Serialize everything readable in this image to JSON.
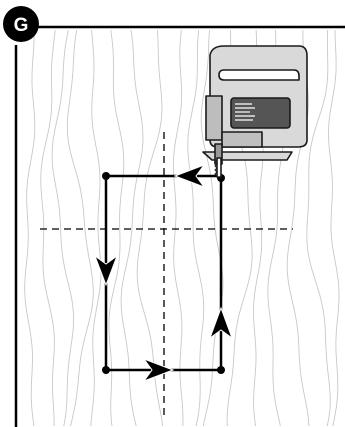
{
  "step": {
    "label": "G",
    "badge_color": "#000000",
    "text_color": "#ffffff"
  },
  "colors": {
    "board_frame": "#000000",
    "wood_grain": "#c8c8c8",
    "cut_path": "#000000",
    "guide_lines": "#000000",
    "saw_body": "#d9d9d9",
    "saw_dark": "#555555",
    "saw_outline": "#1a1a1a"
  },
  "icons": {
    "tool": "jigsaw-icon",
    "arrow": "arrow-head-icon",
    "corner": "drill-hole-icon"
  },
  "cut_sequence": [
    "left",
    "down",
    "right",
    "up"
  ]
}
